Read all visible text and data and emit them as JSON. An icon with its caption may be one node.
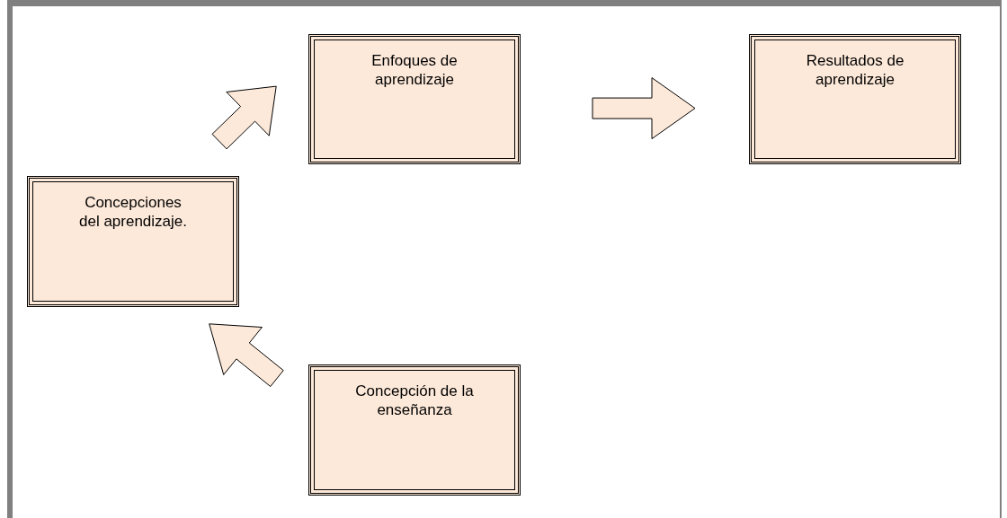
{
  "diagram": {
    "nodes": [
      {
        "text": [
          "Enfoques de aprendizaje"
        ]
      },
      {
        "text": [
          "Resultados de aprendizaje"
        ]
      },
      {
        "text": [
          "Concepciones del aprendizaje."
        ]
      },
      {
        "text": [
          "Concepción de la enseñanza"
        ]
      }
    ],
    "edges": [
      {
        "from": 2,
        "to": 0,
        "arrow": "to"
      },
      {
        "from": 0,
        "to": 1,
        "arrow": "to"
      },
      {
        "from": 3,
        "to": 2,
        "arrow": "to"
      }
    ]
  }
}
